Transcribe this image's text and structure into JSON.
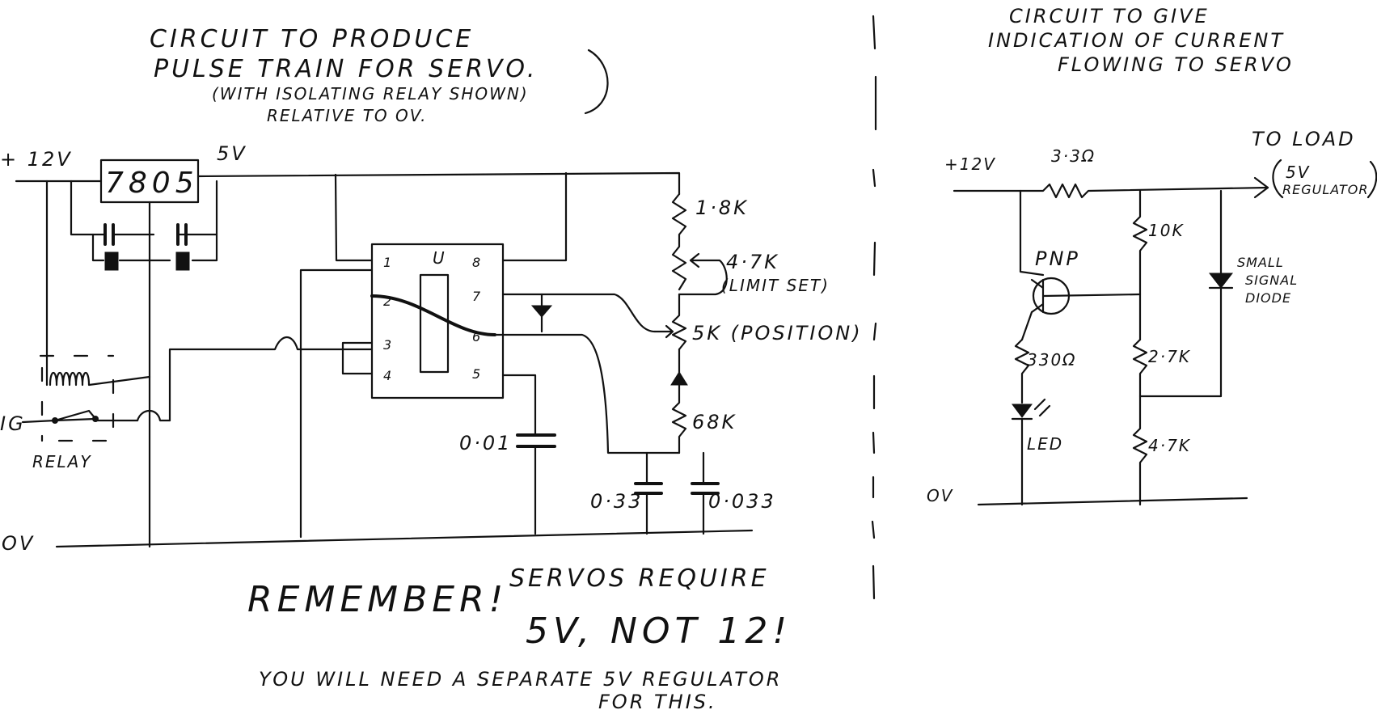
{
  "left_circuit": {
    "title_line1": "CIRCUIT TO PRODUCE",
    "title_line2": "PULSE TRAIN FOR SERVO.",
    "title_line3": "(WITH ISOLATING RELAY SHOWN)",
    "title_line4": "RELATIVE TO OV.",
    "supply_label": "+ 12V",
    "regulator_label": "7805",
    "output_label": "5V",
    "relay_label": "RELAY",
    "relay_tag": "IG",
    "ground_label": "OV",
    "ic_pins": [
      "1",
      "2",
      "3",
      "4",
      "5",
      "6",
      "7",
      "8"
    ],
    "ic_mark": "U",
    "r1_label": "1·8K",
    "pot_limit_label": "4·7K",
    "pot_limit_note": "(LIMIT SET)",
    "pot_position_label": "5K (POSITION)",
    "r_68k_label": "68K",
    "cap_001_label": "0·01",
    "cap_left_label": "0·33",
    "cap_right_label": "0·033"
  },
  "right_circuit": {
    "title_line1": "CIRCUIT TO GIVE",
    "title_line2": "INDICATION OF CURRENT",
    "title_line3": "FLOWING TO SERVO",
    "supply_label": "+12V",
    "shunt_label": "3·3Ω",
    "load_label": "TO LOAD",
    "load_note_line1": "5V",
    "load_note_line2": "REGULATOR",
    "r_10k_label": "10K",
    "transistor_label": "PNP",
    "diode_note_line1": "SMALL",
    "diode_note_line2": "SIGNAL",
    "diode_note_line3": "DIODE",
    "r_330_label": "330Ω",
    "r_27k_label": "2·7K",
    "led_label": "LED",
    "r_47k_label": "4·7K",
    "ground_label": "OV"
  },
  "notes": {
    "remember": "REMEMBER!",
    "servos_line": "SERVOS REQUIRE",
    "voltage_line": "5V, NOT 12!",
    "separate_line1": "YOU WILL NEED A SEPARATE 5V REGULATOR",
    "separate_line2": "FOR THIS."
  }
}
